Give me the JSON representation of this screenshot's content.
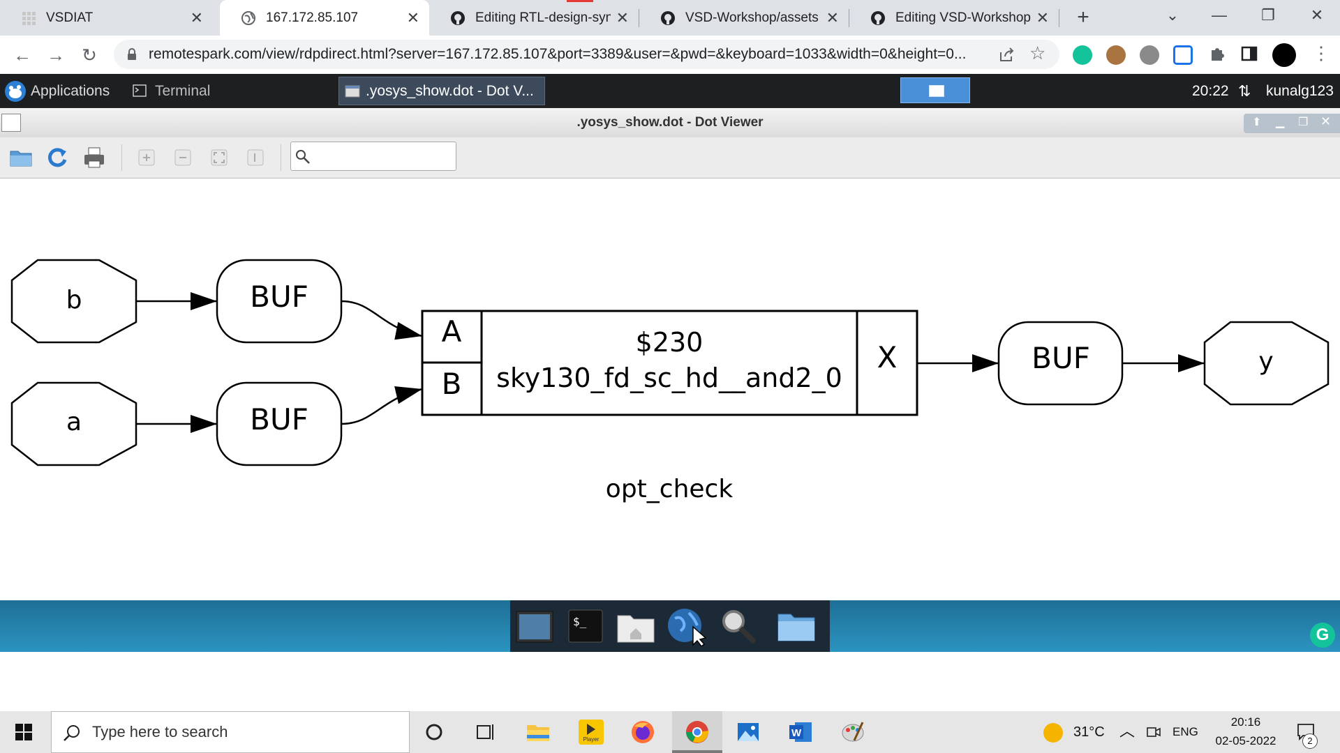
{
  "browser": {
    "tabs": [
      {
        "title": "VSDIAT",
        "active": false
      },
      {
        "title": "167.172.85.107",
        "active": true
      },
      {
        "title": "Editing RTL-design-synthe",
        "active": false
      },
      {
        "title": "VSD-Workshop/assets at",
        "active": false
      },
      {
        "title": "Editing VSD-Workshop/R",
        "active": false
      }
    ],
    "close_glyph": "✕",
    "new_tab_glyph": "+",
    "url": "remotespark.com/view/rdpdirect.html?server=167.172.85.107&port=3389&user=&pwd=&keyboard=1033&width=0&height=0..."
  },
  "xfce_panel": {
    "applications_label": "Applications",
    "terminal_label": "Terminal",
    "active_window_label": ".yosys_show.dot - Dot V...",
    "clock": "20:22",
    "user": "kunalg123"
  },
  "dot_viewer": {
    "title": ".yosys_show.dot - Dot Viewer",
    "search_placeholder": ""
  },
  "graph": {
    "input_b": "b",
    "input_a": "a",
    "buf_b": "BUF",
    "buf_a": "BUF",
    "cell_id": "$230",
    "cell_type": "sky130_fd_sc_hd__and2_0",
    "port_a": "A",
    "port_b": "B",
    "port_x": "X",
    "buf_out": "BUF",
    "output_y": "y",
    "module_name": "opt_check"
  },
  "windows_taskbar": {
    "search_placeholder": "Type here to search",
    "temperature": "31°C",
    "language": "ENG",
    "time": "20:16",
    "date": "02-05-2022",
    "notification_count": "2",
    "player_label": "Player"
  },
  "colors": {
    "tabstrip_bg": "#dee1e6",
    "xfce_panel_bg": "#1d1f21",
    "dock_bg": "#2b94c0",
    "grammarly": "#15c39a"
  }
}
